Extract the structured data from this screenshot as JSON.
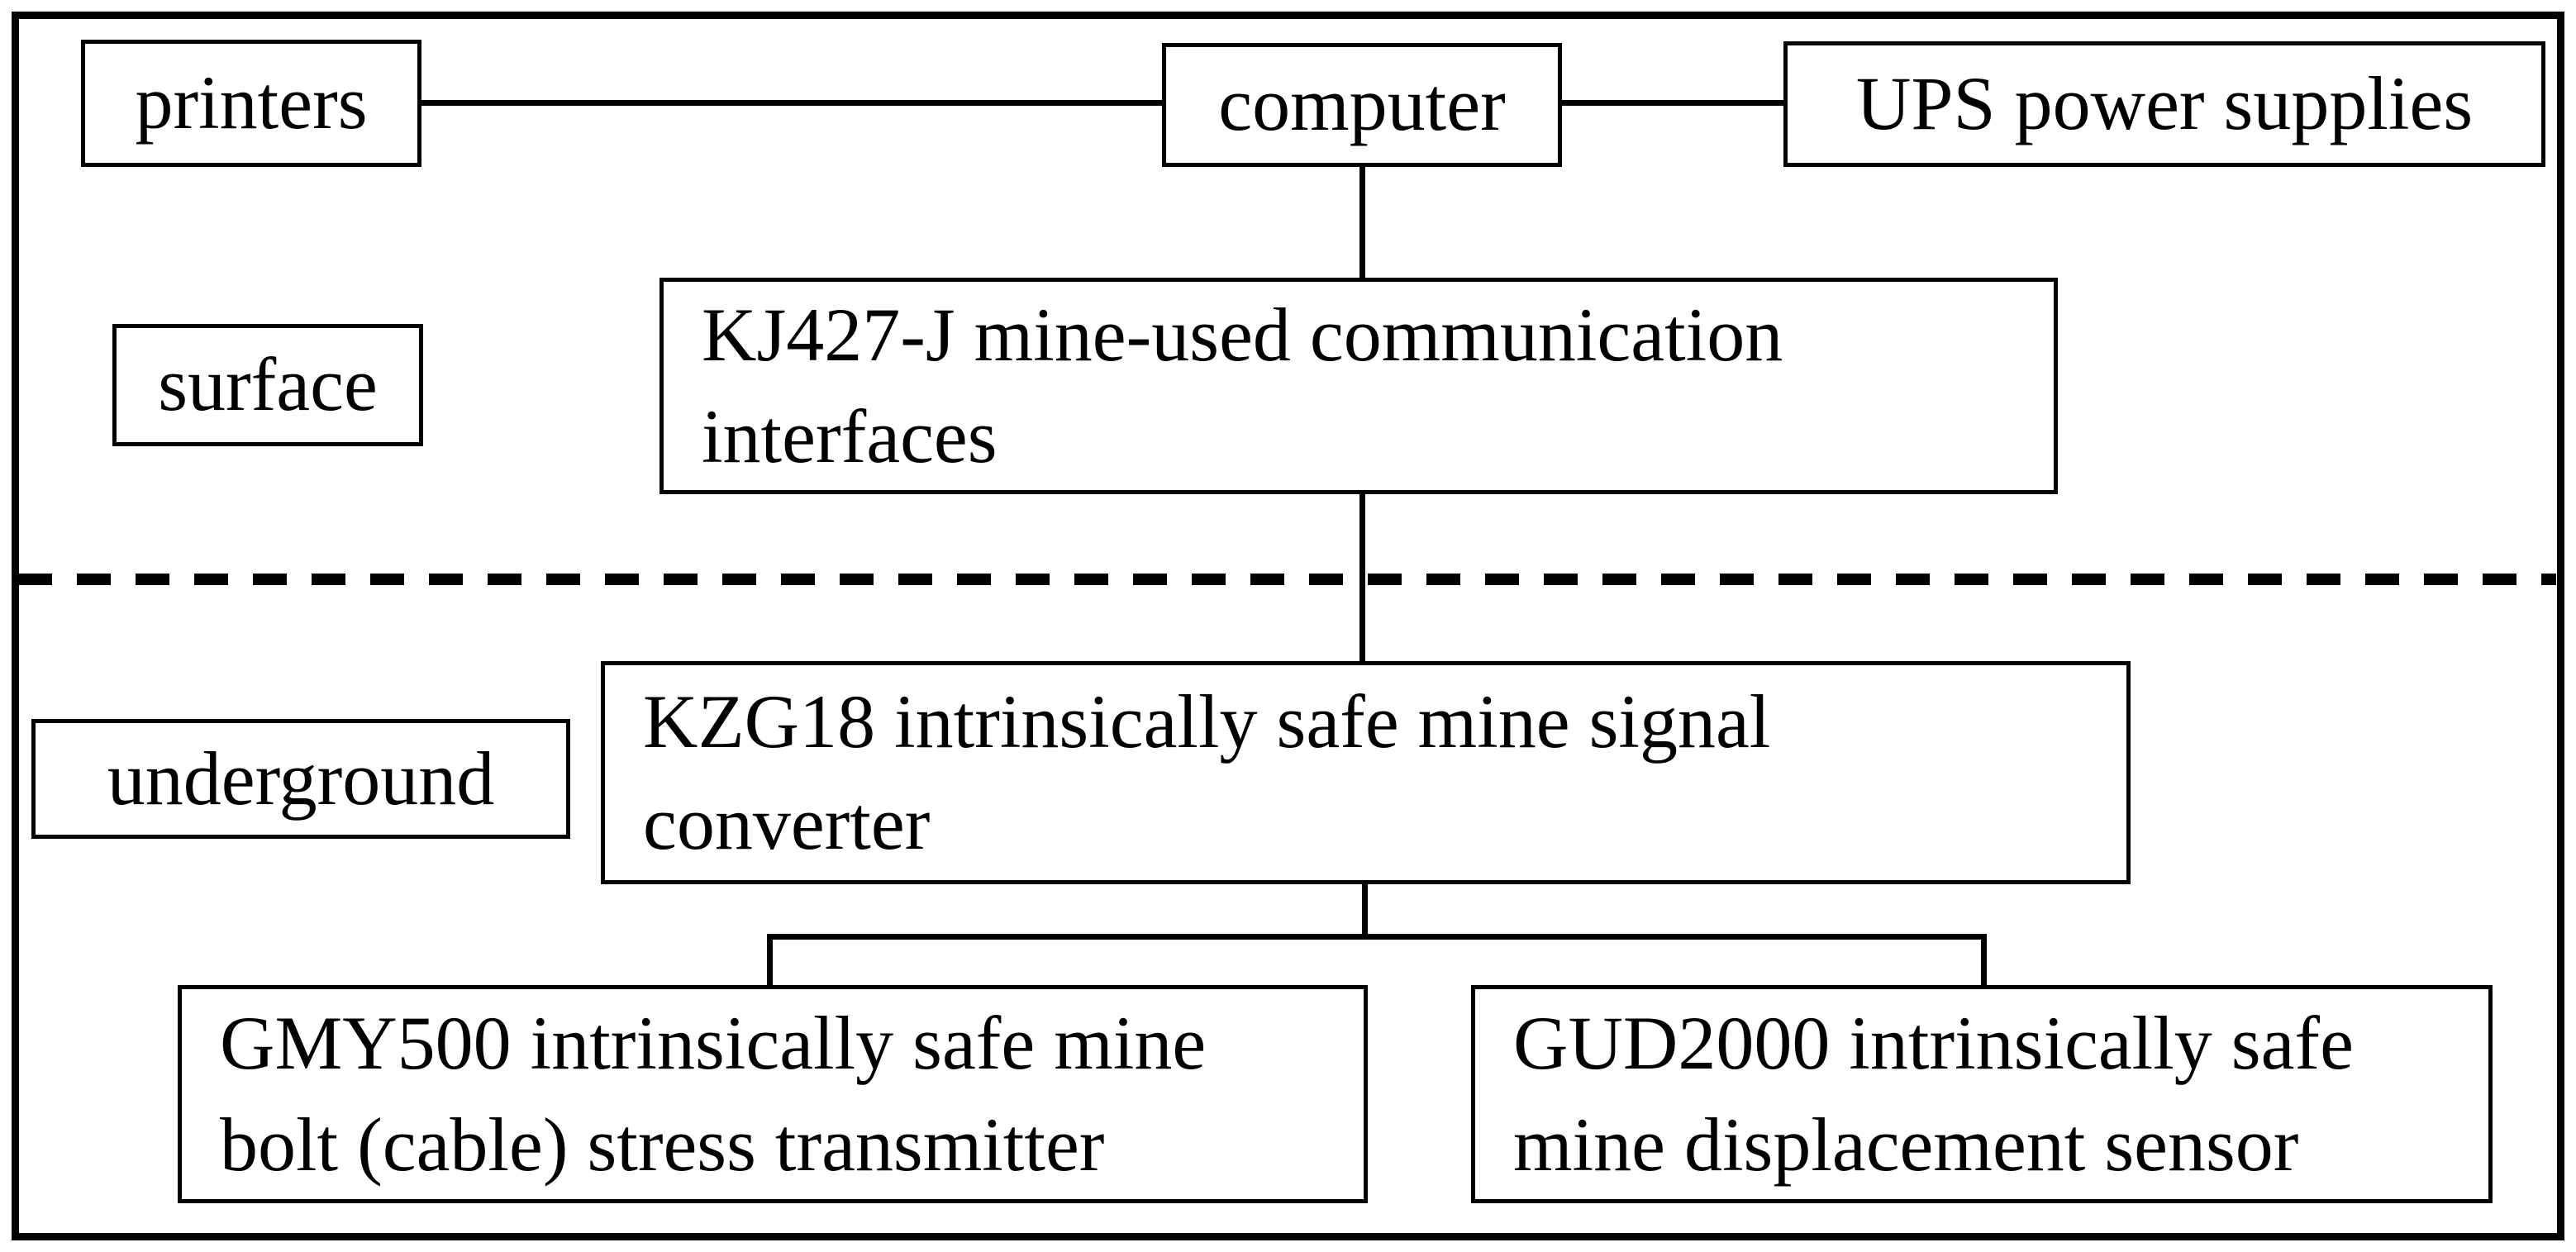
{
  "colors": {
    "ink": "#000000",
    "background": "#ffffff"
  },
  "diagram": {
    "zones": {
      "surface": {
        "label": "surface"
      },
      "underground": {
        "label": "underground"
      }
    },
    "nodes": {
      "printers": {
        "label": "printers",
        "lines": [
          "printers"
        ]
      },
      "computer": {
        "label": "computer",
        "lines": [
          "computer"
        ]
      },
      "ups": {
        "label": "UPS power supplies",
        "lines": [
          "UPS power supplies"
        ]
      },
      "kj427": {
        "label": "KJ427-J mine-used communication interfaces",
        "lines": [
          "KJ427-J mine-used communication",
          "interfaces"
        ]
      },
      "kzg18": {
        "label": "KZG18 intrinsically safe mine signal converter",
        "lines": [
          "KZG18 intrinsically safe mine signal",
          "converter"
        ]
      },
      "gmy500": {
        "label": "GMY500 intrinsically safe mine bolt (cable) stress transmitter",
        "lines": [
          "GMY500 intrinsically safe mine",
          "bolt (cable) stress transmitter"
        ]
      },
      "gud2000": {
        "label": "GUD2000 intrinsically safe mine displacement sensor",
        "lines": [
          "GUD2000 intrinsically safe",
          "mine displacement sensor"
        ]
      }
    },
    "edges": [
      {
        "from": "printers",
        "to": "computer"
      },
      {
        "from": "computer",
        "to": "ups"
      },
      {
        "from": "computer",
        "to": "kj427"
      },
      {
        "from": "kj427",
        "to": "kzg18"
      },
      {
        "from": "kzg18",
        "to": "gmy500"
      },
      {
        "from": "kzg18",
        "to": "gud2000"
      }
    ],
    "divider": {
      "style": "dashed",
      "separates": [
        "surface",
        "underground"
      ]
    }
  }
}
